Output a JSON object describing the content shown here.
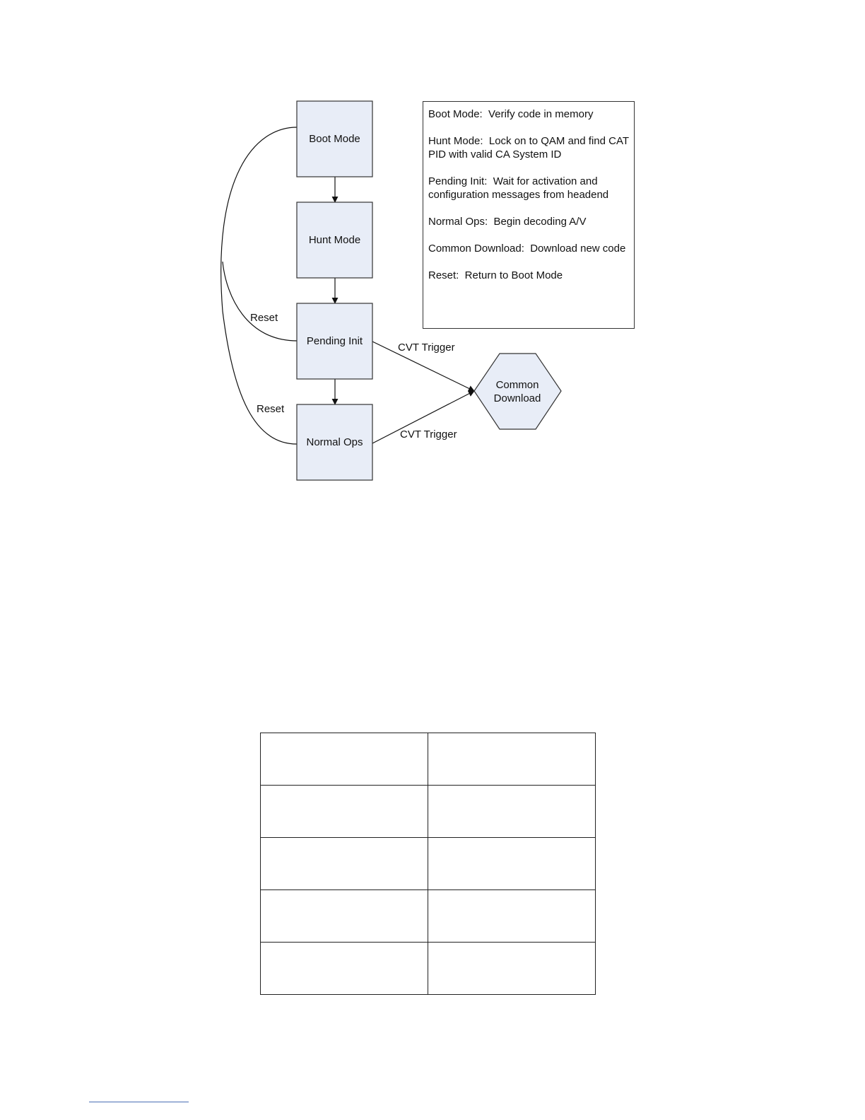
{
  "diagram": {
    "states": {
      "boot_mode": "Boot Mode",
      "hunt_mode": "Hunt Mode",
      "pending_init": "Pending Init",
      "normal_ops": "Normal Ops",
      "common_download_line1": "Common",
      "common_download_line2": "Download"
    },
    "edges": {
      "reset_pending": "Reset",
      "reset_normal": "Reset",
      "cvt_pending": "CVT Trigger",
      "cvt_normal": "CVT Trigger"
    },
    "legend": [
      "Boot Mode:  Verify code in memory",
      "Hunt Mode:  Lock on to QAM and find CAT PID with valid CA System ID",
      "Pending Init:  Wait for activation and configuration messages from headend",
      "Normal Ops:  Begin decoding A/V",
      "Common Download:  Download new code",
      "Reset:  Return to Boot Mode"
    ],
    "colors": {
      "state_fill": "#e8edf7",
      "stroke": "#333333"
    }
  },
  "table": {
    "rows": 5,
    "columns": 2
  },
  "footnote_rule_color": "#4a6fb5"
}
